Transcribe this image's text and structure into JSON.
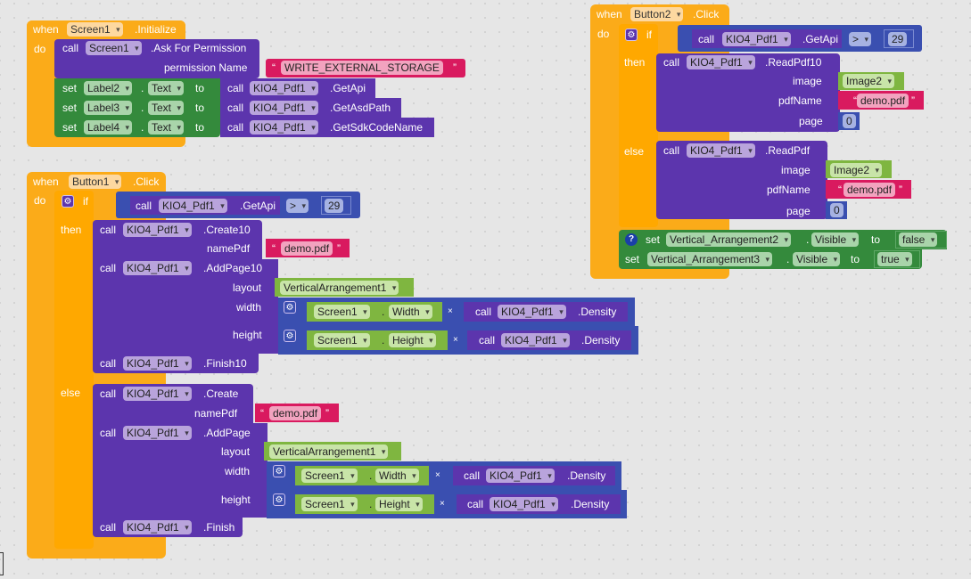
{
  "kw": {
    "when": "when",
    "do": "do",
    "call": "call",
    "set": "set",
    "to": "to",
    "if": "if",
    "then": "then",
    "else": "else",
    "dot": ".",
    "times": "×",
    "quote_open": "“",
    "quote_close": "”"
  },
  "screen_init": {
    "component": "Screen1",
    "event": ".Initialize",
    "ask_component": "Screen1",
    "ask_method": ".Ask For Permission",
    "param_label": "permission Name",
    "param_value": "WRITE_EXTERNAL_STORAGE",
    "sets": [
      {
        "component": "Label2",
        "property": "Text",
        "call_component": "KIO4_Pdf1",
        "method": ".GetApi"
      },
      {
        "component": "Label3",
        "property": "Text",
        "call_component": "KIO4_Pdf1",
        "method": ".GetAsdPath"
      },
      {
        "component": "Label4",
        "property": "Text",
        "call_component": "KIO4_Pdf1",
        "method": ".GetSdkCodeName"
      }
    ]
  },
  "button1": {
    "component": "Button1",
    "event": ".Click",
    "cond": {
      "call_component": "KIO4_Pdf1",
      "method": ".GetApi",
      "op": ">",
      "value": "29"
    },
    "then": {
      "create": {
        "component": "KIO4_Pdf1",
        "method": ".Create10",
        "param_label": "namePdf",
        "param_value": "demo.pdf"
      },
      "addpage": {
        "component": "KIO4_Pdf1",
        "method": ".AddPage10",
        "layout_label": "layout",
        "layout_value": "VerticalArrangement1",
        "width_label": "width",
        "width_comp": "Screen1",
        "width_prop": "Width",
        "width_call_comp": "KIO4_Pdf1",
        "width_method": ".Density",
        "height_label": "height",
        "height_comp": "Screen1",
        "height_prop": "Height",
        "height_call_comp": "KIO4_Pdf1",
        "height_method": ".Density"
      },
      "finish": {
        "component": "KIO4_Pdf1",
        "method": ".Finish10"
      }
    },
    "else": {
      "create": {
        "component": "KIO4_Pdf1",
        "method": ".Create",
        "param_label": "namePdf",
        "param_value": "demo.pdf"
      },
      "addpage": {
        "component": "KIO4_Pdf1",
        "method": ".AddPage",
        "layout_label": "layout",
        "layout_value": "VerticalArrangement1",
        "width_label": "width",
        "width_comp": "Screen1",
        "width_prop": "Width",
        "width_call_comp": "KIO4_Pdf1",
        "width_method": ".Density",
        "height_label": "height",
        "height_comp": "Screen1",
        "height_prop": "Height",
        "height_call_comp": "KIO4_Pdf1",
        "height_method": ".Density"
      },
      "finish": {
        "component": "KIO4_Pdf1",
        "method": ".Finish"
      }
    }
  },
  "button2": {
    "component": "Button2",
    "event": ".Click",
    "cond": {
      "call_component": "KIO4_Pdf1",
      "method": ".GetApi",
      "op": ">",
      "value": "29"
    },
    "then": {
      "component": "KIO4_Pdf1",
      "method": ".ReadPdf10",
      "image_label": "image",
      "image_value": "Image2",
      "pdf_label": "pdfName",
      "pdf_value": "demo.pdf",
      "page_label": "page",
      "page_value": "0"
    },
    "else": {
      "component": "KIO4_Pdf1",
      "method": ".ReadPdf",
      "image_label": "image",
      "image_value": "Image2",
      "pdf_label": "pdfName",
      "pdf_value": "demo.pdf",
      "page_label": "page",
      "page_value": "0"
    },
    "set1": {
      "component": "Vertical_Arrangement2",
      "property": "Visible",
      "value": "false"
    },
    "set2": {
      "component": "Vertical_Arrangement3",
      "property": "Visible",
      "value": "true"
    }
  }
}
